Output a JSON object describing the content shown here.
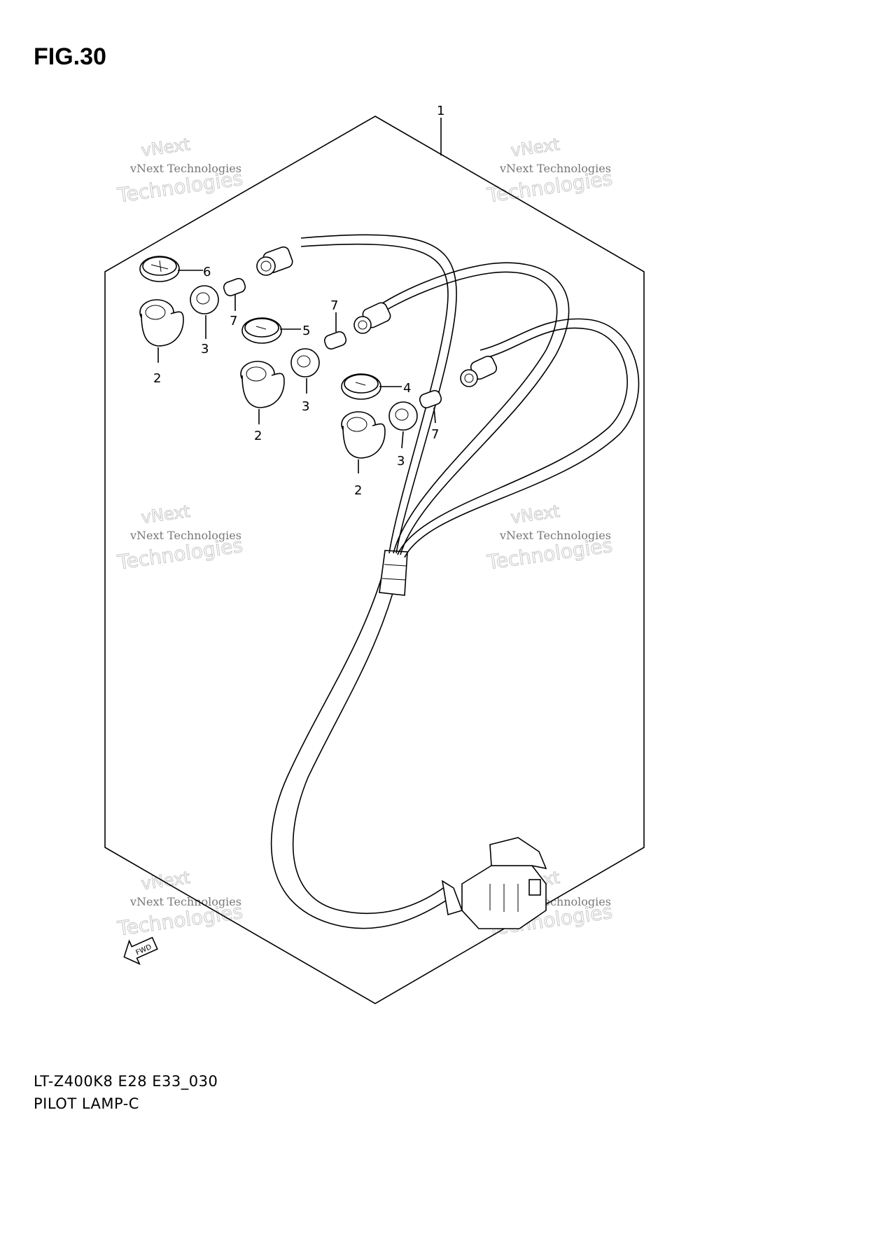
{
  "figure_title": "FIG.30",
  "model_code": "LT-Z400K8 E28 E33_030",
  "diagram_name": "PILOT LAMP-C",
  "fwd_label": "FWD",
  "callouts": {
    "c1": "1",
    "c2a": "2",
    "c2b": "2",
    "c2c": "2",
    "c3a": "3",
    "c3b": "3",
    "c3c": "3",
    "c4": "4",
    "c5": "5",
    "c6": "6",
    "c7a": "7",
    "c7b": "7",
    "c7c": "7"
  },
  "watermark": {
    "line_a": "vNext Technologies",
    "line_b": "Technologies",
    "line_c": "vNext"
  }
}
